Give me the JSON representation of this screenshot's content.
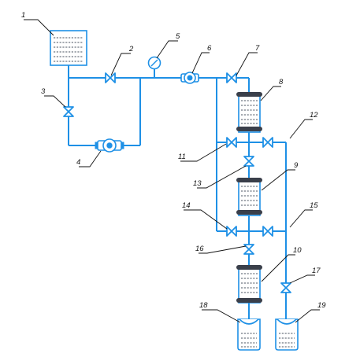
{
  "diagram": {
    "colors": {
      "pipe": "#1e90e6",
      "label": "#111111",
      "cap": "#3a3f4a",
      "fluid": "#4b5563"
    },
    "labels": [
      "1",
      "2",
      "3",
      "4",
      "5",
      "6",
      "7",
      "8",
      "9",
      "10",
      "11",
      "12",
      "13",
      "14",
      "15",
      "16",
      "17",
      "18",
      "19"
    ]
  }
}
